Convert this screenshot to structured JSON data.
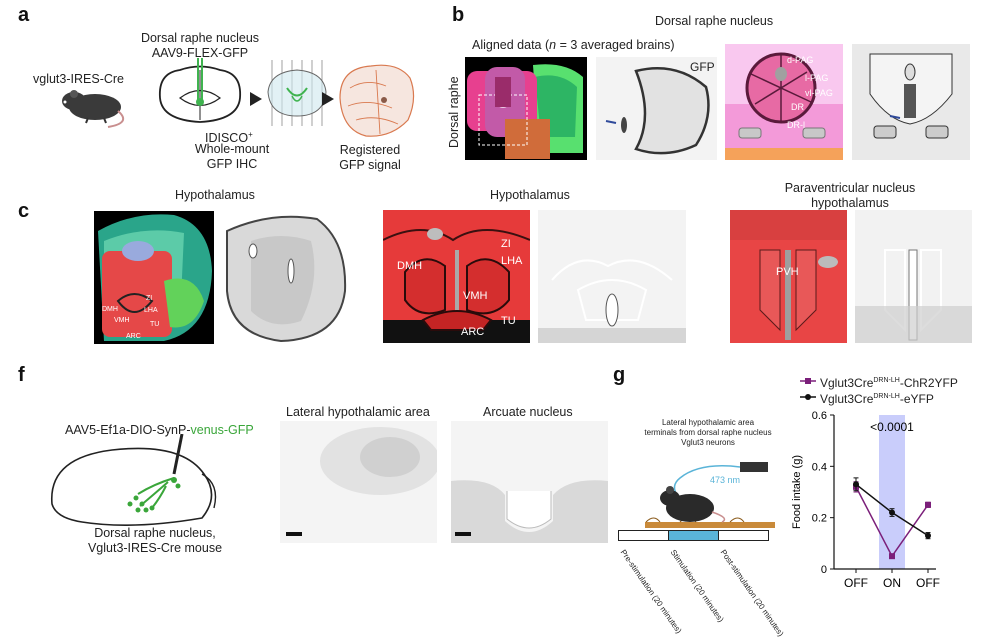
{
  "panels": {
    "a": "a",
    "b": "b",
    "c": "c",
    "f": "f",
    "g": "g"
  },
  "a": {
    "mouse_label": "vglut3-IRES-Cre",
    "injection_line1": "Dorsal raphe nucleus",
    "injection_line2": "AAV9-FLEX-GFP",
    "idisco_line1": "IDISCO",
    "idisco_sup": "+",
    "idisco_line2": "Whole-mount",
    "idisco_line3": "GFP IHC",
    "registered_line1": "Registered",
    "registered_line2": "GFP signal"
  },
  "b": {
    "title": "Dorsal raphe nucleus",
    "aligned_pre": "Aligned data (",
    "aligned_n": "n",
    "aligned_post": " = 3 averaged brains)",
    "side_label": "Dorsal raphe",
    "gfp_label": "GFP",
    "atlas_labels": [
      "d-PAG",
      "l-PAG",
      "vl-PAG",
      "DR",
      "DR-l"
    ]
  },
  "c": {
    "title1": "Hypothalamus",
    "title2": "Hypothalamus",
    "title3_line1": "Paraventricular nucleus",
    "title3_line2": "hypothalamus",
    "small_labels": [
      "DMH",
      "VMH",
      "LHA",
      "ZI",
      "TU",
      "ARC"
    ],
    "big_labels": [
      "ZI",
      "DMH",
      "LHA",
      "VMH",
      "TU",
      "ARC"
    ],
    "pvh_label": "PVH"
  },
  "f": {
    "virus_pre": "AAV5-Ef1a-DIO-SynP-",
    "virus_green": "venus-GFP",
    "caption_line1": "Dorsal raphe nucleus,",
    "caption_line2": "Vglut3-IRES-Cre mouse",
    "img1_title": "Lateral hypothalamic area",
    "img2_title": "Arcuate nucleus"
  },
  "g": {
    "schematic_line1": "Lateral hypothalamic area",
    "schematic_line2": "terminals from dorsal raphe nucleus",
    "schematic_line3": "Vglut3 neurons",
    "laser": "473 nm",
    "phases": [
      "Pre-stimulation (20 minutes)",
      "Stimulation (20 minutes)",
      "Post-stimulation (20 minutes)"
    ],
    "legend1_pre": "Vglut3Cre",
    "legend1_sup": "DRN-LH",
    "legend1_post": "-ChR2YFP",
    "legend2_pre": "Vglut3Cre",
    "legend2_sup": "DRN-LH",
    "legend2_post": "-eYFP",
    "pvalue": "<0.0001"
  },
  "chart_data": {
    "type": "line",
    "categories": [
      "OFF",
      "ON",
      "OFF"
    ],
    "ylabel": "Food intake (g)",
    "ylim": [
      0,
      0.6
    ],
    "yticks": [
      "0",
      "0.2",
      "0.4",
      "0.6"
    ],
    "highlight_category": "ON",
    "highlight_color": "#c9cdfb",
    "series": [
      {
        "name": "Vglut3Cre DRN-LH -ChR2YFP",
        "color": "#7b1f7a",
        "marker": "square",
        "values": [
          0.32,
          0.05,
          0.25
        ],
        "errors": [
          0.02,
          0.005,
          0.01
        ]
      },
      {
        "name": "Vglut3Cre DRN-LH -eYFP",
        "color": "#111111",
        "marker": "circle",
        "values": [
          0.33,
          0.22,
          0.13
        ],
        "errors": [
          0.025,
          0.015,
          0.012
        ]
      }
    ]
  }
}
